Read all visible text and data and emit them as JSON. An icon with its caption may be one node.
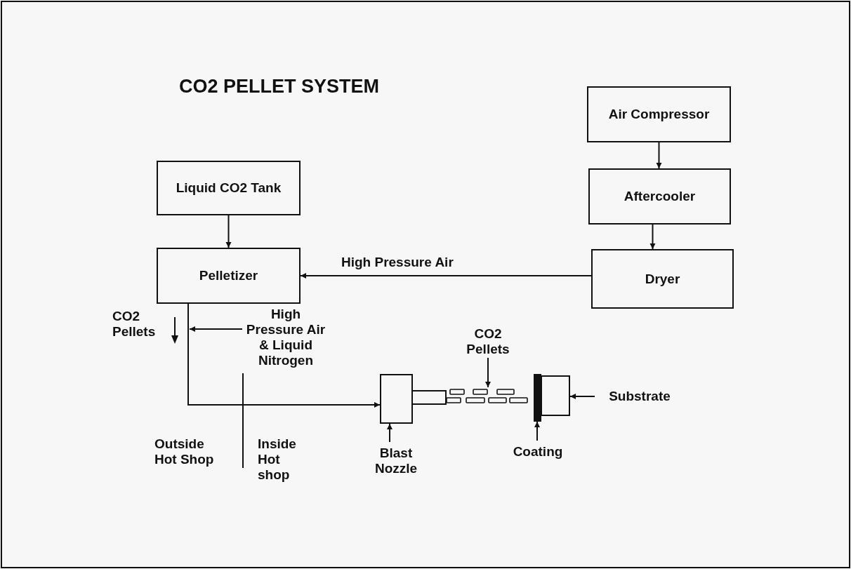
{
  "diagram": {
    "title": "CO2 PELLET SYSTEM",
    "nodes": [
      {
        "text": [
          "Air Compressor"
        ]
      },
      {
        "text": [
          "Liquid CO2 Tank"
        ]
      },
      {
        "text": [
          "Aftercooler"
        ]
      },
      {
        "text": [
          "Pelletizer"
        ]
      },
      {
        "text": [
          "Dryer"
        ]
      },
      {
        "text": [
          "High Pressure Air & Liquid Nitrogen"
        ]
      },
      {
        "text": [
          "CO2 Pellets"
        ]
      },
      {
        "text": [],
        "shape": "box"
      },
      {
        "text": [],
        "shape": "picture"
      },
      {
        "text": [],
        "shape": "bar"
      },
      {
        "text": [],
        "shape": "box"
      },
      {
        "text": [
          "Substrate"
        ]
      },
      {
        "text": [
          "Blast Nozzle"
        ]
      },
      {
        "text": [
          "Coating"
        ]
      }
    ],
    "edges": [
      {
        "from": 0,
        "to": 2,
        "arrow": "to"
      },
      {
        "from": 2,
        "to": 4,
        "arrow": "to"
      },
      {
        "from": 1,
        "to": 3,
        "arrow": "to"
      },
      {
        "from": 4,
        "to": 3,
        "arrow": "to",
        "label": "High Pressure Air"
      },
      {
        "from": 3,
        "to": 7,
        "arrow": "to"
      },
      {
        "from": 5,
        "to": 3,
        "arrow": "to"
      },
      {
        "from": 6,
        "to": 8,
        "arrow": "to"
      },
      {
        "from": 11,
        "to": 10,
        "arrow": "to"
      },
      {
        "from": 12,
        "to": 7,
        "arrow": "to"
      },
      {
        "from": 13,
        "to": 9,
        "arrow": "to"
      }
    ],
    "labels": [
      "CO2 Pellets",
      "Outside Hot Shop",
      "Inside Hot shop"
    ]
  }
}
